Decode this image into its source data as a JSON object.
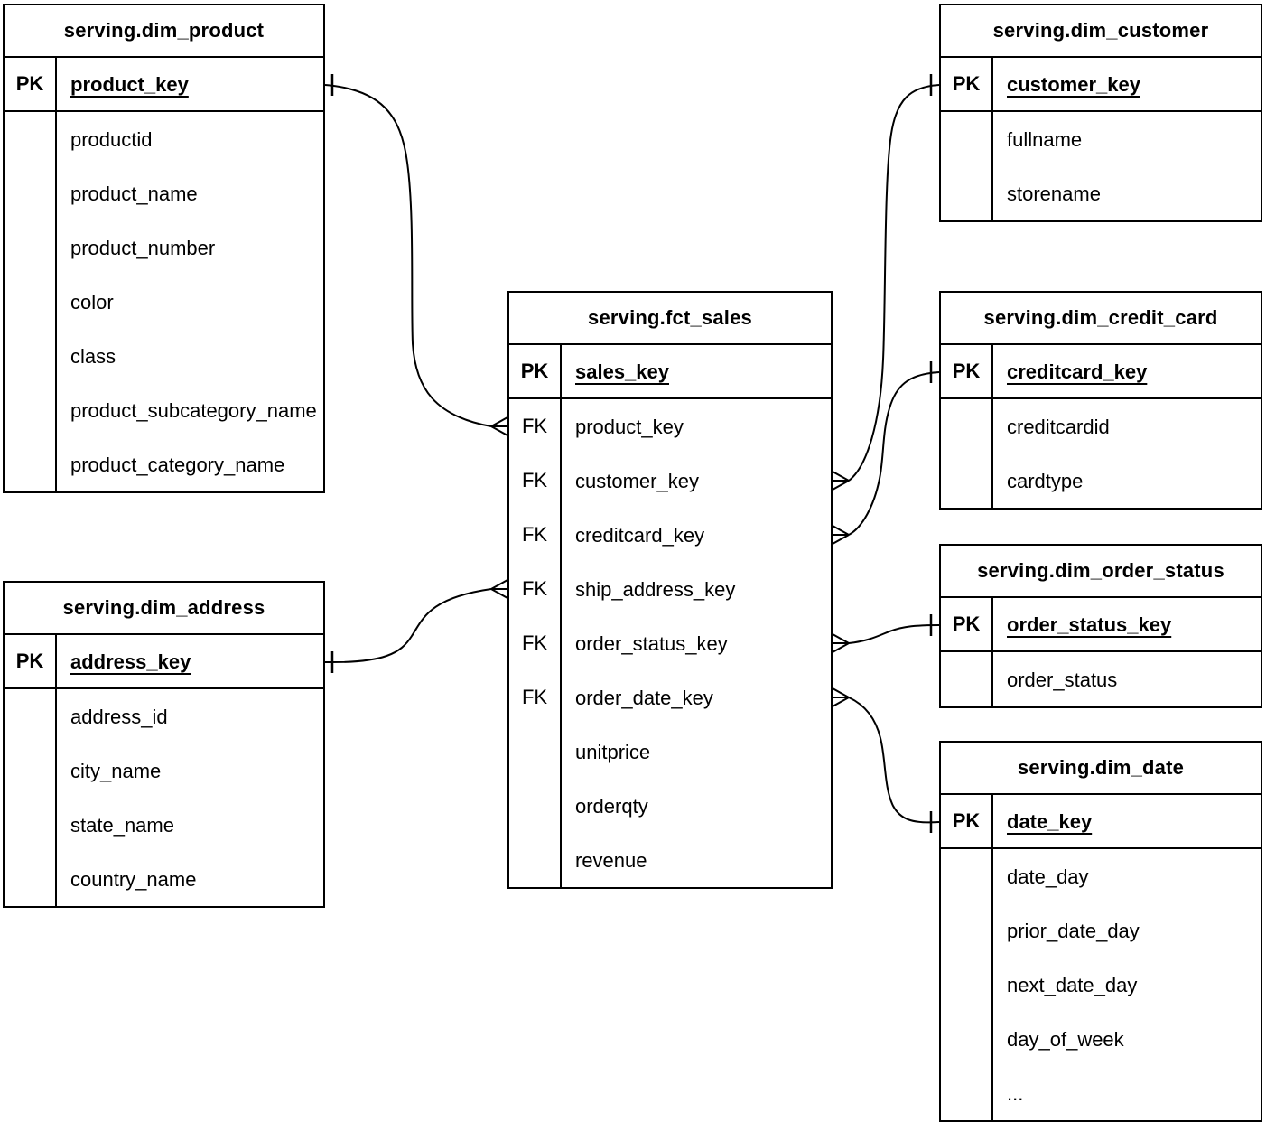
{
  "diagram": {
    "type": "entity_relationship_diagram",
    "notation": "crows_foot",
    "background_color": "#ffffff",
    "line_color": "#000000",
    "text_color": "#000000",
    "tables": [
      {
        "id": "dim_product",
        "title": "serving.dim_product",
        "key_row": {
          "gutter": "PK",
          "field": "product_key"
        },
        "fields": [
          {
            "gutter": "",
            "name": "productid"
          },
          {
            "gutter": "",
            "name": "product_name"
          },
          {
            "gutter": "",
            "name": "product_number"
          },
          {
            "gutter": "",
            "name": "color"
          },
          {
            "gutter": "",
            "name": "class"
          },
          {
            "gutter": "",
            "name": "product_subcategory_name"
          },
          {
            "gutter": "",
            "name": "product_category_name"
          }
        ]
      },
      {
        "id": "dim_customer",
        "title": "serving.dim_customer",
        "key_row": {
          "gutter": "PK",
          "field": "customer_key"
        },
        "fields": [
          {
            "gutter": "",
            "name": "fullname"
          },
          {
            "gutter": "",
            "name": "storename"
          }
        ]
      },
      {
        "id": "fct_sales",
        "title": "serving.fct_sales",
        "key_row": {
          "gutter": "PK",
          "field": "sales_key"
        },
        "fields": [
          {
            "gutter": "FK",
            "name": "product_key"
          },
          {
            "gutter": "FK",
            "name": "customer_key"
          },
          {
            "gutter": "FK",
            "name": "creditcard_key"
          },
          {
            "gutter": "FK",
            "name": "ship_address_key"
          },
          {
            "gutter": "FK",
            "name": "order_status_key"
          },
          {
            "gutter": "FK",
            "name": "order_date_key"
          },
          {
            "gutter": "",
            "name": "unitprice"
          },
          {
            "gutter": "",
            "name": "orderqty"
          },
          {
            "gutter": "",
            "name": "revenue"
          }
        ]
      },
      {
        "id": "dim_credit_card",
        "title": "serving.dim_credit_card",
        "key_row": {
          "gutter": "PK",
          "field": "creditcard_key"
        },
        "fields": [
          {
            "gutter": "",
            "name": "creditcardid"
          },
          {
            "gutter": "",
            "name": "cardtype"
          }
        ]
      },
      {
        "id": "dim_order_status",
        "title": "serving.dim_order_status",
        "key_row": {
          "gutter": "PK",
          "field": "order_status_key"
        },
        "fields": [
          {
            "gutter": "",
            "name": "order_status"
          }
        ]
      },
      {
        "id": "dim_address",
        "title": "serving.dim_address",
        "key_row": {
          "gutter": "PK",
          "field": "address_key"
        },
        "fields": [
          {
            "gutter": "",
            "name": "address_id"
          },
          {
            "gutter": "",
            "name": "city_name"
          },
          {
            "gutter": "",
            "name": "state_name"
          },
          {
            "gutter": "",
            "name": "country_name"
          }
        ]
      },
      {
        "id": "dim_date",
        "title": "serving.dim_date",
        "key_row": {
          "gutter": "PK",
          "field": "date_key"
        },
        "fields": [
          {
            "gutter": "",
            "name": "date_day"
          },
          {
            "gutter": "",
            "name": "prior_date_day"
          },
          {
            "gutter": "",
            "name": "next_date_day"
          },
          {
            "gutter": "",
            "name": "day_of_week"
          },
          {
            "gutter": "",
            "name": "..."
          }
        ]
      }
    ],
    "relationships": [
      {
        "id": "product",
        "from_table": "serving.fct_sales",
        "from_field": "product_key",
        "from_cardinality": "many",
        "to_table": "serving.dim_product",
        "to_field": "product_key",
        "to_cardinality": "one"
      },
      {
        "id": "customer",
        "from_table": "serving.fct_sales",
        "from_field": "customer_key",
        "from_cardinality": "many",
        "to_table": "serving.dim_customer",
        "to_field": "customer_key",
        "to_cardinality": "one"
      },
      {
        "id": "creditcard",
        "from_table": "serving.fct_sales",
        "from_field": "creditcard_key",
        "from_cardinality": "many",
        "to_table": "serving.dim_credit_card",
        "to_field": "creditcard_key",
        "to_cardinality": "one"
      },
      {
        "id": "ship_address",
        "from_table": "serving.fct_sales",
        "from_field": "ship_address_key",
        "from_cardinality": "many",
        "to_table": "serving.dim_address",
        "to_field": "address_key",
        "to_cardinality": "one"
      },
      {
        "id": "order_status",
        "from_table": "serving.fct_sales",
        "from_field": "order_status_key",
        "from_cardinality": "many",
        "to_table": "serving.dim_order_status",
        "to_field": "order_status_key",
        "to_cardinality": "one"
      },
      {
        "id": "order_date",
        "from_table": "serving.fct_sales",
        "from_field": "order_date_key",
        "from_cardinality": "many",
        "to_table": "serving.dim_date",
        "to_field": "date_key",
        "to_cardinality": "one"
      }
    ]
  }
}
